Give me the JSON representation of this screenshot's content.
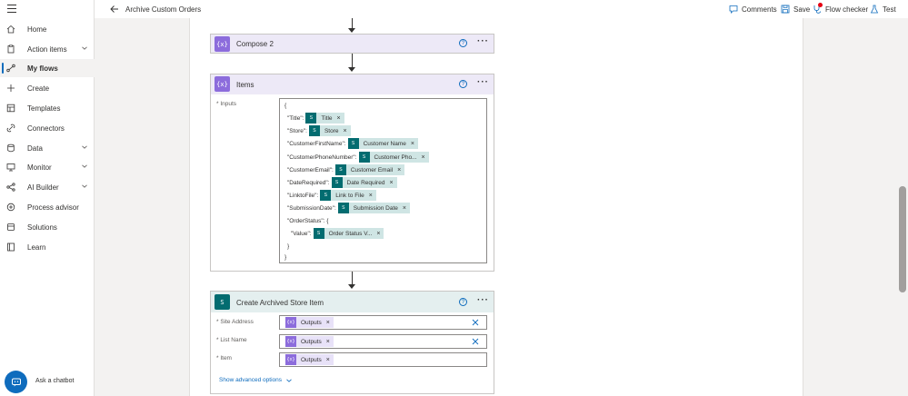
{
  "sidebar": {
    "items": [
      {
        "label": "Home",
        "icon": "home-icon",
        "chevron": false,
        "active": false
      },
      {
        "label": "Action items",
        "icon": "clipboard-icon",
        "chevron": true,
        "active": false
      },
      {
        "label": "My flows",
        "icon": "flow-icon",
        "chevron": false,
        "active": true
      },
      {
        "label": "Create",
        "icon": "plus-icon",
        "chevron": false,
        "active": false
      },
      {
        "label": "Templates",
        "icon": "templates-icon",
        "chevron": false,
        "active": false
      },
      {
        "label": "Connectors",
        "icon": "connector-icon",
        "chevron": false,
        "active": false
      },
      {
        "label": "Data",
        "icon": "database-icon",
        "chevron": true,
        "active": false
      },
      {
        "label": "Monitor",
        "icon": "monitor-icon",
        "chevron": true,
        "active": false
      },
      {
        "label": "AI Builder",
        "icon": "ai-builder-icon",
        "chevron": true,
        "active": false
      },
      {
        "label": "Process advisor",
        "icon": "process-advisor-icon",
        "chevron": false,
        "active": false
      },
      {
        "label": "Solutions",
        "icon": "solutions-icon",
        "chevron": false,
        "active": false
      },
      {
        "label": "Learn",
        "icon": "book-icon",
        "chevron": false,
        "active": false
      }
    ],
    "chatbot_label": "Ask a chatbot"
  },
  "header": {
    "title": "Archive Custom Orders",
    "comments": "Comments",
    "save": "Save",
    "flow_checker": "Flow checker",
    "test": "Test"
  },
  "cards": {
    "compose": {
      "title": "Compose 2",
      "icon_text": "{x}"
    },
    "items": {
      "title": "Items",
      "icon_text": "{x}",
      "inputs_label": "* Inputs",
      "open_brace": "{",
      "close_brace": "}",
      "lines": [
        {
          "key": "\"Title\":",
          "token": "Title"
        },
        {
          "key": "\"Store\":",
          "token": "Store"
        },
        {
          "key": "\"CustomerFirstName\":",
          "token": "Customer Name"
        },
        {
          "key": "\"CustomerPhoneNumber\":",
          "token": "Customer Pho..."
        },
        {
          "key": "\"CustomerEmail\":",
          "token": "Customer Email"
        },
        {
          "key": "\"DateRequired\":",
          "token": "Date Required"
        },
        {
          "key": "\"LinktoFile\":",
          "token": "Link to File"
        },
        {
          "key": "\"SubmissionDate\":",
          "token": "Submission Date"
        }
      ],
      "order_status_key": "\"OrderStatus\": {",
      "value_key": "\"Value\":",
      "value_token": "Order Status V...",
      "inner_close": "}",
      "token_icon_text": "S"
    },
    "create": {
      "title": "Create Archived Store Item",
      "icon_text": "S",
      "site_label": "* Site Address",
      "list_label": "* List Name",
      "item_label": "* Item",
      "token": "Outputs",
      "token_icon_text": "{x}",
      "advanced": "Show advanced options"
    }
  },
  "colors": {
    "accent": "#0f6cbd",
    "compose_purple": "#8c6cdc",
    "sharepoint_teal": "#036c70"
  }
}
